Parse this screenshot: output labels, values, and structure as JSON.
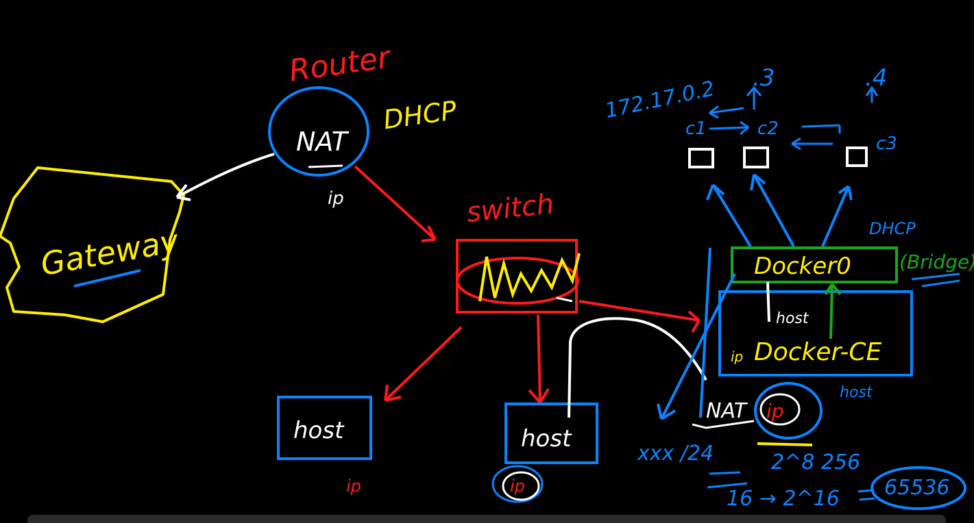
{
  "labels": {
    "router": "Router",
    "dhcp": "DHCP",
    "nat": "NAT",
    "router_ip": "ip",
    "gateway": "Gateway",
    "switch": "switch",
    "host_left": "host",
    "host_left_ip": "ip",
    "host_mid": "host",
    "host_mid_ip": "ip",
    "ip_172": "172.17.0.2",
    "ip3": ".3",
    "ip4": ".4",
    "c1": "c1",
    "c2": "c2",
    "c3": "c3",
    "dhcp2": "DHCP",
    "docker0": "Docker0",
    "bridge": "(Bridge)",
    "host_small": "host",
    "docker_ce": "Docker-CE",
    "docker_ip": "ip",
    "host_nat": "NAT",
    "host_nat_ip": "ip",
    "host_bottom": "host",
    "subnet": "xxx /24",
    "pow": "2^8 256",
    "pow16": "16 → 2^16",
    "ports": "65536"
  },
  "colors": {
    "blue": "#0a84ff",
    "red": "#ff1a1a",
    "yellow": "#ffee00",
    "white": "#ffffff",
    "green": "#1aa81a"
  }
}
